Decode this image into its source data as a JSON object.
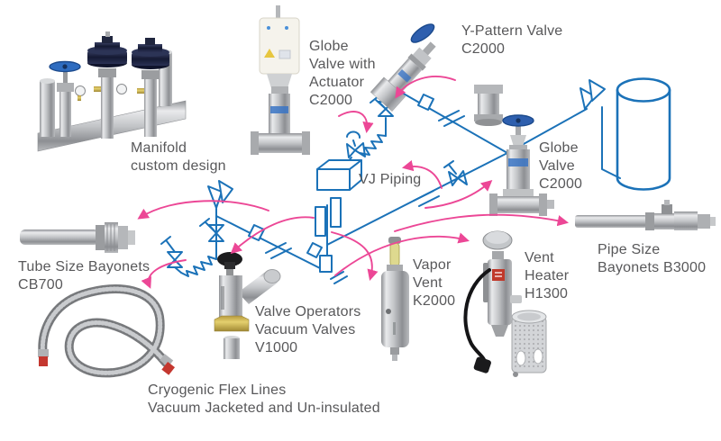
{
  "diagram_title": "Cryogenic vacuum jacketed piping system components",
  "colors": {
    "pipe_blue": "#1b72b8",
    "arrow_pink": "#ec4796",
    "label_gray": "#58585a",
    "handwheel_blue": "#2e6cc0",
    "brass": "#c7b35c",
    "warning_red": "#c0392b"
  },
  "labels": {
    "manifold": [
      "Manifold",
      "custom design"
    ],
    "globe_valve_with_actuator": [
      "Globe",
      "Valve with",
      "Actuator",
      "C2000"
    ],
    "y_pattern_valve": [
      "Y-Pattern Valve",
      "C2000"
    ],
    "globe_valve": [
      "Globe",
      "Valve",
      "C2000"
    ],
    "vj_piping": [
      "VJ Piping"
    ],
    "pipe_size_bayonets": [
      "Pipe Size",
      "Bayonets B3000"
    ],
    "tube_size_bayonets": [
      "Tube Size Bayonets",
      "CB700"
    ],
    "cryogenic_flex_lines": [
      "Cryogenic Flex Lines",
      "Vacuum Jacketed and Un-insulated"
    ],
    "valve_operators": [
      "Valve Operators",
      "Vacuum Valves",
      "V1000"
    ],
    "vapor_vent": [
      "Vapor",
      "Vent",
      "K2000"
    ],
    "vent_heater": [
      "Vent",
      "Heater",
      "H1300"
    ]
  }
}
